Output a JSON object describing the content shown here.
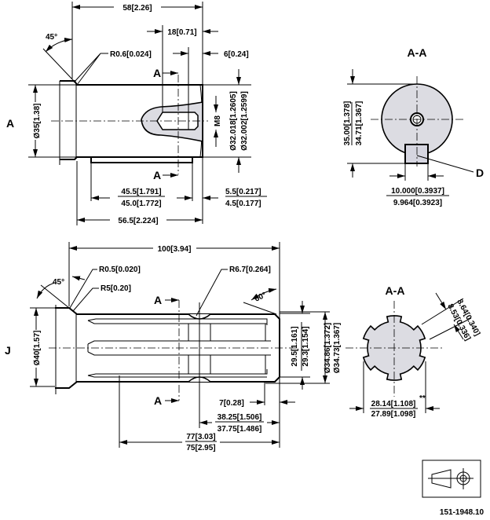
{
  "top_view": {
    "section_label": "A",
    "cut_label": "A",
    "dims": {
      "overall_length": "58[2.26]",
      "thread_depth": "18[0.71]",
      "chamfer_radius": "R0.6[0.024]",
      "end_offset": "6[0.24]",
      "angle": "45°",
      "flange_dia": "Ø35[1.38]",
      "thread": "M8",
      "shaft_dia_max": "Ø32.018[1.2605]",
      "shaft_dia_min": "Ø32.002[1.2599]",
      "key_len_max": "45.5[1.791]",
      "key_len_min": "45.0[1.772]",
      "key_offset_max": "5.5[0.217]",
      "key_offset_min": "4.5[0.177]",
      "body_length": "56.5[2.224]"
    }
  },
  "top_section": {
    "title": "A-A",
    "height_max": "35.00[1.378]",
    "height_min": "34.71[1.367]",
    "key_width_max": "10.000[0.3937]",
    "key_width_min": "9.964[0.3923]",
    "key_label": "D"
  },
  "bottom_view": {
    "section_label": "J",
    "cut_label": "A",
    "dims": {
      "overall_length": "100[3.94]",
      "radius_small": "R0.5[0.020]",
      "radius_fillet": "R5[0.20]",
      "angle": "45°",
      "groove_radius": "R6.7[0.264]",
      "end_angle": "60°",
      "flange_dia": "Ø40[1.57]",
      "root_dia_max": "29.5[1.161]",
      "root_dia_min": "29.3[1.154]",
      "spline_dia_max": "Ø34.86[1.372]",
      "spline_dia_min": "Ø34.73[1.367]",
      "end_chamfer": "7[0.28]",
      "groove_pos_max": "38.25[1.506]",
      "groove_pos_min": "37.75[1.486]",
      "spline_len_max": "77[3.03]",
      "spline_len_min": "75[2.95]"
    }
  },
  "bottom_section": {
    "title": "A-A",
    "tooth_width_max": "8.64[0.340]",
    "tooth_width_min": "8.53[0.336]",
    "across_max": "28.14[1.108]",
    "across_note": "**",
    "across_min": "27.89[1.098]"
  },
  "projection_symbol": {
    "icon": "first-angle-projection-icon"
  },
  "drawing_number": "151-1948.10",
  "colors": {
    "section_fill": "#dcdce2",
    "line": "#000000"
  }
}
